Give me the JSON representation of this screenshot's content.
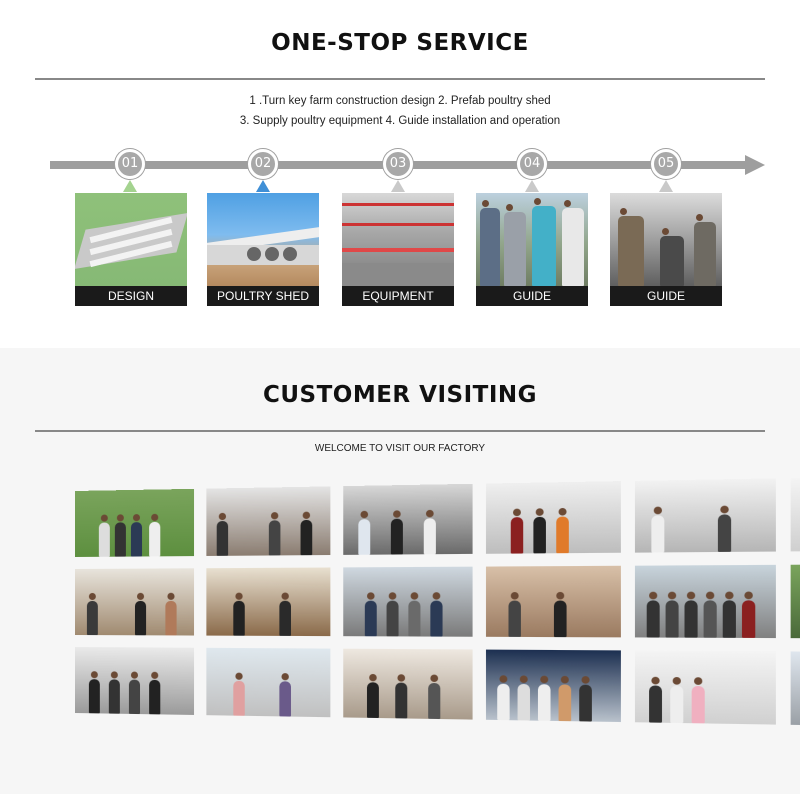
{
  "section1": {
    "title": "ONE-STOP SERVICE",
    "line1": "1 .Turn key farm construction design  2. Prefab poultry shed",
    "line2": "3. Supply poultry equipment  4. Guide installation and operation",
    "steps": [
      {
        "number": "01",
        "caption": "DESIGN"
      },
      {
        "number": "02",
        "caption": "POULTRY SHED"
      },
      {
        "number": "03",
        "caption": "EQUIPMENT"
      },
      {
        "number": "04",
        "caption": "GUIDE"
      },
      {
        "number": "05",
        "caption": "GUIDE"
      }
    ]
  },
  "section2": {
    "title": "CUSTOMER VISITING",
    "subtitle": "WELCOME TO VISIT OUR FACTORY"
  },
  "colors": {
    "timeline": "#9e9e9e",
    "caption_bg": "#1a1a1a",
    "bottom_bg": "#f6f6f6"
  }
}
